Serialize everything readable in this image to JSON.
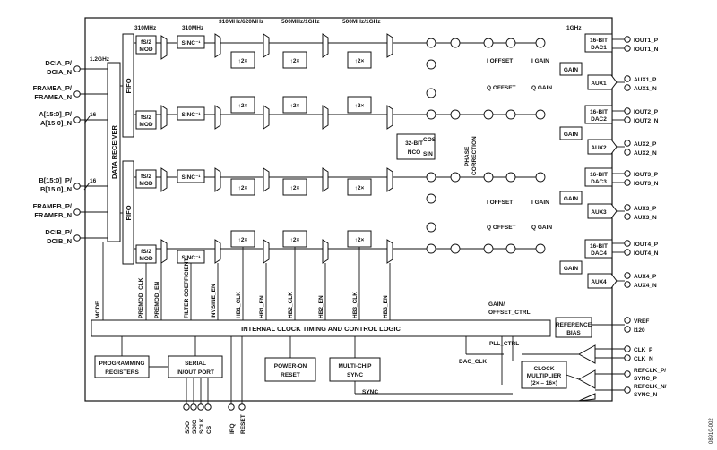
{
  "freq_labels": {
    "f_1_2ghz": "1.2GHz",
    "f_310": "310MHz",
    "f_310_sinc": "310MHz",
    "f_310_620": "310MHz/620MHz",
    "f_500_a": "500MHz/1GHz",
    "f_500_b": "500MHz/1GHz",
    "f_1ghz": "1GHz"
  },
  "left_pins": [
    {
      "p": "DCIA_P/",
      "n": "DCIA_N"
    },
    {
      "p": "FRAMEA_P/",
      "n": "FRAMEA_N"
    },
    {
      "p": "A[15:0]_P/",
      "n": "A[15:0]_N"
    },
    {
      "p": "B[15:0]_P/",
      "n": "B[15:0]_N"
    },
    {
      "p": "FRAMEB_P/",
      "n": "FRAMEB_N"
    },
    {
      "p": "DCIB_P/",
      "n": "DCIB_N"
    }
  ],
  "bus_width": "16",
  "blocks": {
    "data_receiver": "DATA RECEIVER",
    "fifo": "FIFO",
    "mod_top": "fS/2",
    "mod_bottom": "MOD",
    "sinc": "SINC⁻¹",
    "interp": "↑2×",
    "nco_top": "32-BIT",
    "nco_bottom": "NCO",
    "cos": "COS",
    "sin": "SIN",
    "phase_correction_1": "PHASE",
    "phase_correction_2": "CORRECTION",
    "i_offset": "I OFFSET",
    "q_offset": "Q OFFSET",
    "i_gain": "I GAIN",
    "q_gain": "Q GAIN",
    "gain": "GAIN",
    "dac_top": "16-BIT",
    "dacs": [
      "DAC1",
      "DAC2",
      "DAC3",
      "DAC4"
    ],
    "aux": [
      "AUX1",
      "AUX2",
      "AUX3",
      "AUX4"
    ],
    "reference_1": "REFERENCE",
    "reference_2": "BIAS",
    "clock_timing": "INTERNAL CLOCK TIMING AND CONTROL LOGIC",
    "programming_1": "PROGRAMMING",
    "programming_2": "REGISTERS",
    "serial_1": "SERIAL",
    "serial_2": "IN/OUT PORT",
    "power_on_1": "POWER-ON",
    "power_on_2": "RESET",
    "multichip_1": "MULTI-CHIP",
    "multichip_2": "SYNC",
    "clock_mult_1": "CLOCK",
    "clock_mult_2": "MULTIPLIER",
    "clock_mult_3": "(2× – 16×)"
  },
  "control_signals": [
    "MODE",
    "PREMOD_CLK",
    "PREMOD_EN",
    "FILTER COEFFICIENT",
    "INVSINE_EN",
    "HB1_CLK",
    "HB1_EN",
    "HB2_CLK",
    "HB2_EN",
    "HB3_CLK",
    "HB3_EN"
  ],
  "internal_labels": {
    "gain_offset_1": "GAIN/",
    "gain_offset_2": "OFFSET_CTRL",
    "pll_ctrl": "PLL_CTRL",
    "dac_clk": "DAC_CLK",
    "sync": "SYNC"
  },
  "right_pins": [
    "IOUT1_P",
    "IOUT1_N",
    "AUX1_P",
    "AUX1_N",
    "IOUT2_P",
    "IOUT2_N",
    "AUX2_P",
    "AUX2_N",
    "IOUT3_P",
    "IOUT3_N",
    "AUX3_P",
    "AUX3_N",
    "IOUT4_P",
    "IOUT4_N",
    "AUX4_P",
    "AUX4_N",
    "VREF",
    "I120"
  ],
  "clock_pins": [
    "CLK_P",
    "CLK_N",
    "REFCLK_P/",
    "SYNC_P",
    "REFCLK_N/",
    "SYNC_N"
  ],
  "bottom_pins": [
    "SDO",
    "SDIO",
    "SCLK",
    "CS",
    "IRQ",
    "RESET"
  ],
  "figure_id": "08910-002"
}
